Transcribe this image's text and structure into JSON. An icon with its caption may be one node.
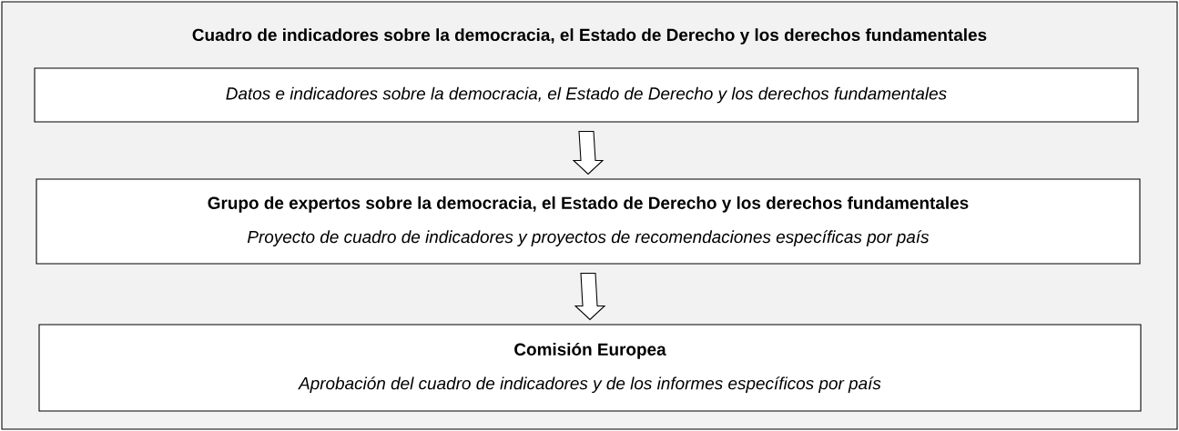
{
  "diagram": {
    "nodes": [
      {
        "text": [
          "Cuadro de indicadores sobre la democracia, el Estado de Derecho y los derechos fundamentales"
        ]
      },
      {
        "text": [
          "Datos e indicadores sobre la democracia, el Estado de Derecho y los derechos fundamentales"
        ],
        "in": 0
      },
      {
        "text": [
          "Grupo de expertos sobre la democracia, el Estado de Derecho y los derechos fundamentales",
          "Proyecto de cuadro de indicadores y proyectos de recomendaciones específicas por país"
        ],
        "in": 0
      },
      {
        "text": [
          "Comisión Europea",
          "Aprobación del cuadro de indicadores y de los informes específicos por país"
        ],
        "in": 0
      }
    ],
    "edges": [
      {
        "from": 1,
        "to": 2,
        "arrow": "to"
      },
      {
        "from": 2,
        "to": 3,
        "arrow": "to"
      }
    ]
  }
}
